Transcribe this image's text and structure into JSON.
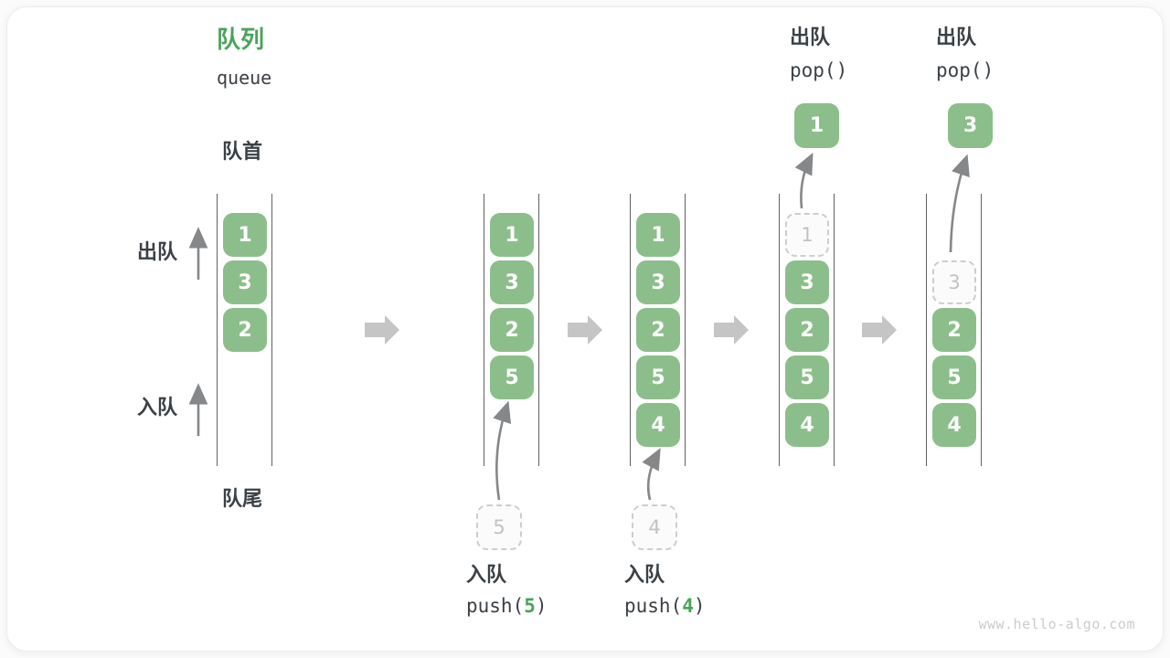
{
  "title": {
    "text": "队列",
    "subtitle": "queue"
  },
  "side_labels": {
    "front": "队首",
    "rear": "队尾",
    "dequeue": "出队",
    "enqueue": "入队"
  },
  "states": [
    {
      "cells": [
        {
          "value": "1",
          "row": 1,
          "style": "solid"
        },
        {
          "value": "3",
          "row": 2,
          "style": "solid"
        },
        {
          "value": "2",
          "row": 3,
          "style": "solid"
        }
      ]
    },
    {
      "cells": [
        {
          "value": "1",
          "row": 1,
          "style": "solid"
        },
        {
          "value": "3",
          "row": 2,
          "style": "solid"
        },
        {
          "value": "2",
          "row": 3,
          "style": "solid"
        },
        {
          "value": "5",
          "row": 4,
          "style": "solid"
        }
      ]
    },
    {
      "cells": [
        {
          "value": "1",
          "row": 1,
          "style": "solid"
        },
        {
          "value": "3",
          "row": 2,
          "style": "solid"
        },
        {
          "value": "2",
          "row": 3,
          "style": "solid"
        },
        {
          "value": "5",
          "row": 4,
          "style": "solid"
        },
        {
          "value": "4",
          "row": 5,
          "style": "solid"
        }
      ]
    },
    {
      "cells": [
        {
          "value": "1",
          "row": 1,
          "style": "dashed"
        },
        {
          "value": "3",
          "row": 2,
          "style": "solid"
        },
        {
          "value": "2",
          "row": 3,
          "style": "solid"
        },
        {
          "value": "5",
          "row": 4,
          "style": "solid"
        },
        {
          "value": "4",
          "row": 5,
          "style": "solid"
        }
      ]
    },
    {
      "cells": [
        {
          "value": "3",
          "row": 2,
          "style": "dashed"
        },
        {
          "value": "2",
          "row": 3,
          "style": "solid"
        },
        {
          "value": "5",
          "row": 4,
          "style": "solid"
        },
        {
          "value": "4",
          "row": 5,
          "style": "solid"
        }
      ]
    }
  ],
  "operations": {
    "push": [
      {
        "label": "入队",
        "code_prefix": "push(",
        "arg": "5",
        "code_suffix": ")",
        "staged_value": "5"
      },
      {
        "label": "入队",
        "code_prefix": "push(",
        "arg": "4",
        "code_suffix": ")",
        "staged_value": "4"
      }
    ],
    "pop": [
      {
        "label": "出队",
        "code": "pop()",
        "popped_value": "1"
      },
      {
        "label": "出队",
        "code": "pop()",
        "popped_value": "3"
      }
    ]
  },
  "colors": {
    "green_box": "#8CBE8C",
    "green_accent": "#4AA35C",
    "text_dark": "#3B4045",
    "line": "#616161",
    "block_arrow": "#C5C5C5",
    "curve_arrow": "#858789",
    "dashed_border": "#CDCDCD",
    "dashed_text": "#C2C2C2",
    "dashed_fill": "#FBFBFB",
    "card_bg": "#FFFFFF",
    "watermark": "#CBCBCB"
  },
  "watermark": "www.hello-algo.com"
}
